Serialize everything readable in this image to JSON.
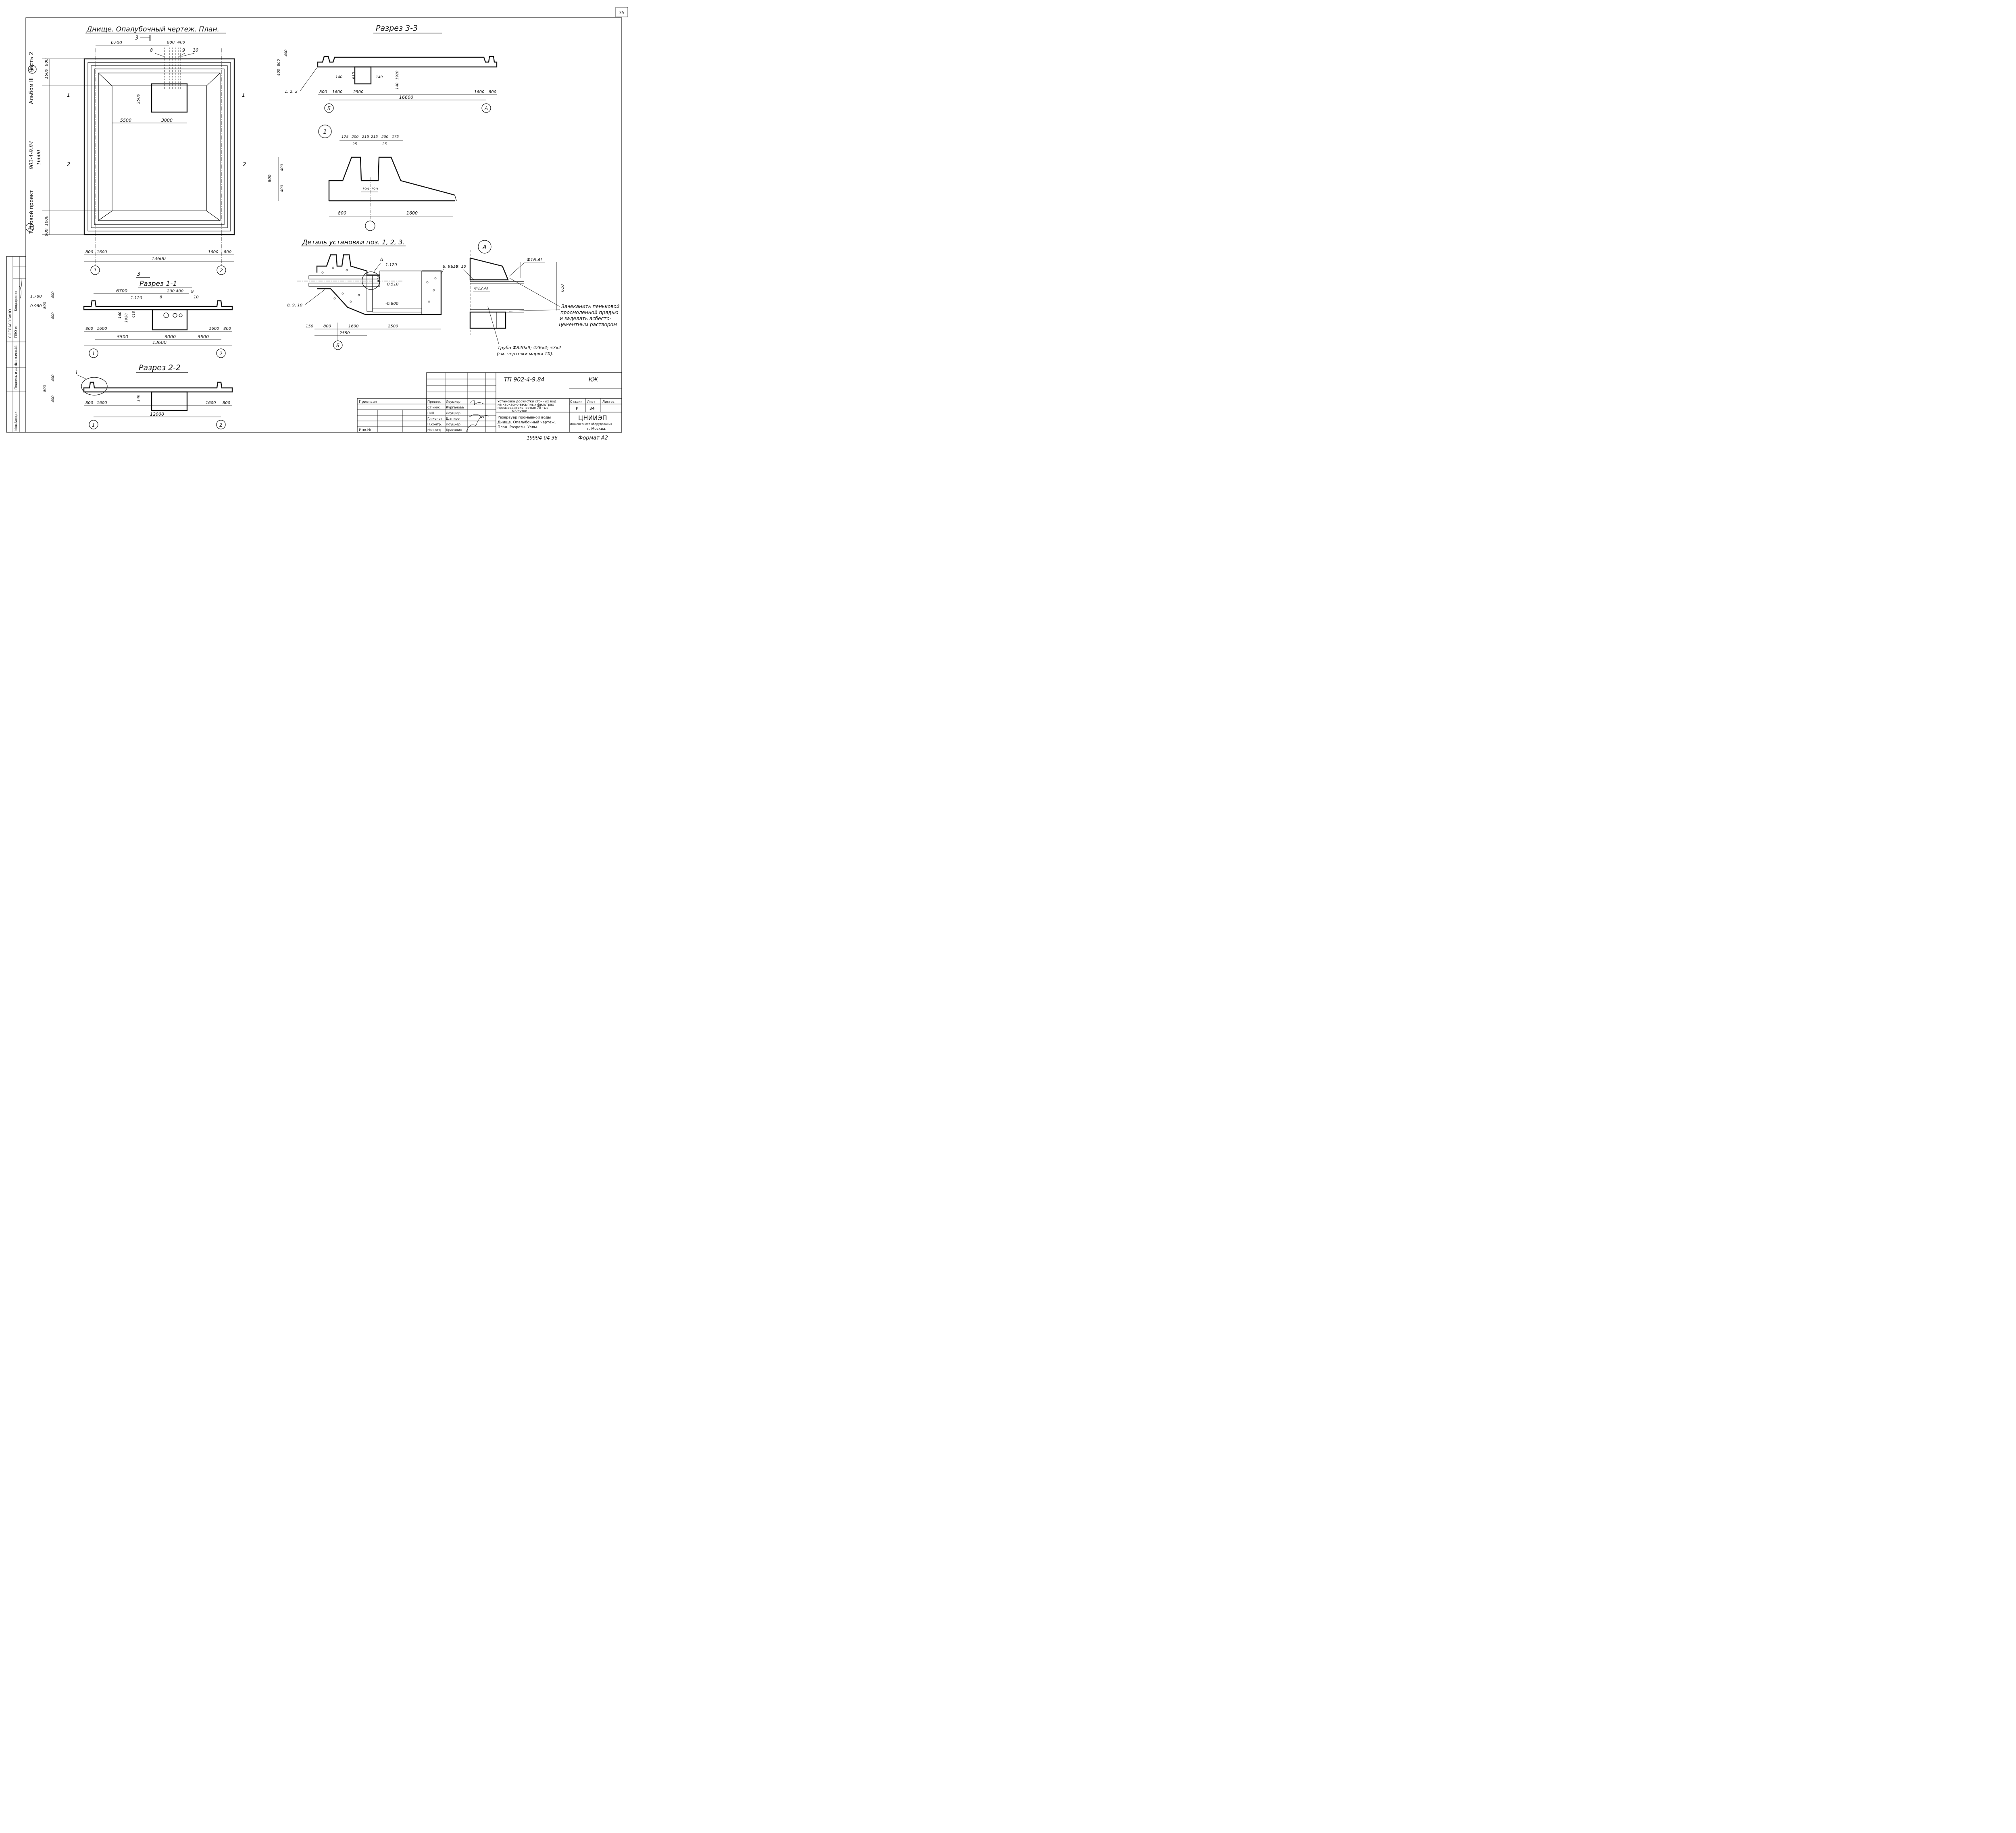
{
  "sheet": {
    "page_number": "35",
    "format_label": "Формат А2",
    "inv_stamp": "19994-04  36"
  },
  "side_stamp": {
    "project_type": "Типовой проект",
    "project_code": "902-4-9.84",
    "album": "Альбом III",
    "part": "Часть 2",
    "agreed": "СОГЛАСОВАНО",
    "agreed_org": "ПЗО кг",
    "agreed_name": "Бондаренко",
    "col1": "Инв.№подл.",
    "col2": "Подпись и дата",
    "col3": "Взам.инв.№"
  },
  "plan": {
    "title": "Днище. Опалубочный чертеж. План.",
    "dims": [
      "6700",
      "800",
      "400",
      "1600",
      "800",
      "2500",
      "5500",
      "3000",
      "16600",
      "1600",
      "800",
      "800",
      "1600",
      "13600",
      "1600",
      "800"
    ],
    "callouts": [
      "8",
      "9",
      "10"
    ],
    "axes": [
      "Б",
      "А",
      "1",
      "2"
    ],
    "section_marks": [
      "3",
      "3",
      "1",
      "1",
      "2",
      "2"
    ]
  },
  "section_11": {
    "title": "Разрез 1-1",
    "levels": [
      "1.780",
      "0.980",
      "1.120"
    ],
    "dims": [
      "6700",
      "200",
      "400",
      "400",
      "800",
      "400",
      "140",
      "1920",
      "610",
      "800",
      "1600",
      "1600",
      "800",
      "5500",
      "3000",
      "3500",
      "13600"
    ],
    "callouts": [
      "8",
      "9",
      "10"
    ],
    "axes": [
      "1",
      "2"
    ]
  },
  "section_22": {
    "title": "Разрез 2-2",
    "dims": [
      "400",
      "800",
      "400",
      "140",
      "800",
      "1600",
      "1600",
      "800",
      "12000"
    ],
    "callouts": [
      "1"
    ],
    "axes": [
      "1",
      "2"
    ]
  },
  "section_33": {
    "title": "Разрез 3-3",
    "dims": [
      "400",
      "800",
      "400",
      "140",
      "610",
      "140",
      "1920",
      "140",
      "800",
      "1600",
      "2500",
      "1600",
      "800",
      "16600"
    ],
    "callouts": [
      "1, 2, 3"
    ],
    "axes": [
      "Б",
      "А"
    ]
  },
  "node_1": {
    "label": "1",
    "dims": [
      "175",
      "200",
      "215",
      "215",
      "200",
      "175",
      "25",
      "25",
      "800",
      "400",
      "400",
      "190",
      "190",
      "800",
      "1600"
    ]
  },
  "detail": {
    "title": "Деталь установки поз. 1, 2, 3.",
    "levels": [
      "1.120",
      "0.510",
      "-0.800"
    ],
    "dims": [
      "610",
      "150",
      "800",
      "1600",
      "2550",
      "2500"
    ],
    "callouts": [
      "А",
      "8, 9, 10",
      "8, 9, 10"
    ],
    "axes": [
      "Б"
    ]
  },
  "node_a": {
    "label": "А",
    "rebar_top": "Ф16.АI",
    "rebar_bottom": "Ф12.АI",
    "dim": "610",
    "callouts": [
      "8, 9, 10"
    ],
    "note_1": "Зачеканить пеньковой",
    "note_2": "просмоленной прядью",
    "note_3": "и заделать асбесто-",
    "note_4": "цементным раствором",
    "pipe_1": "Труба Ф820х9; 426х4; 57х2",
    "pipe_2": "(см. чертежи марки ТХ)."
  },
  "title_block": {
    "doc_code": "ТП 902-4-9.84",
    "mark": "КЖ",
    "linked": "Привязан",
    "inv_label": "Инв.№",
    "roles": [
      "Провер.",
      "Ст.инж.",
      "ГИП",
      "Гл.конст",
      "Н.контр.",
      "Нач.отд"
    ],
    "names": [
      "Лоуцкер",
      "Курганова",
      "Лоуцкер",
      "Шапиро",
      "Лоуцкер",
      "Красавин"
    ],
    "project_name_1": "Установка доочистки сточных вод",
    "project_name_2": "на каркасно-засыпных фильтрах",
    "project_name_3": "производительностью 70 тыс",
    "project_name_4": "м3/сутки",
    "sheet_name_1": "Резервуар промывной воды",
    "sheet_name_2": "Днище. Опалубочный чертеж.",
    "sheet_name_3": "План. Разрезы. Узлы.",
    "stage_label": "Стадия",
    "sheet_label": "Лист",
    "sheets_label": "Листов",
    "stage": "Р",
    "sheet_no": "34",
    "org_name": "ЦНИИЭП",
    "org_sub": "инженерного оборудования",
    "org_city": "г. Москва."
  }
}
